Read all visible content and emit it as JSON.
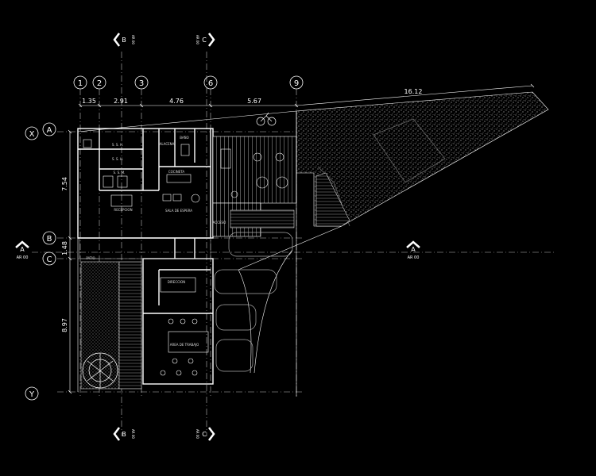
{
  "grid_columns": [
    "1",
    "2",
    "3",
    "6",
    "9"
  ],
  "grid_rows": [
    "X",
    "A",
    "B",
    "C",
    "Y"
  ],
  "dimensions_horizontal": [
    "1.35",
    "2.91",
    "4.76",
    "5.67",
    "16.12"
  ],
  "dimensions_vertical": [
    "7.54",
    "1.48",
    "8.97"
  ],
  "section_markers": {
    "top_b": {
      "letter": "B",
      "sheet": "AR 00"
    },
    "top_c": {
      "letter": "C",
      "sheet": "AR 00"
    },
    "bottom_b": {
      "letter": "B",
      "sheet": "AR 00"
    },
    "bottom_c": {
      "letter": "C",
      "sheet": "AR 00"
    },
    "left_a": {
      "letter": "A",
      "sheet": "AR 00"
    },
    "right_a": {
      "letter": "A",
      "sheet": "AR 00"
    }
  },
  "room_labels": {
    "ssh_1": "S. S. H.",
    "ssh_2": "S. S. H.",
    "ssm": "S. S. M.",
    "alacena": "ALACENA",
    "bano": "BAÑO",
    "cocineta": "COCINETA",
    "recepcion": "RECEPCION",
    "sala_de_espera": "SALA DE ESPERA",
    "acceso": "ACCESO",
    "patio": "PATIO",
    "direccion": "DIRECCION",
    "area_de_trabajo": "AREA DE TRABAJO"
  },
  "colors": {
    "background": "#000000",
    "lines": "#ffffff",
    "hatch": "#8a8a8a"
  }
}
